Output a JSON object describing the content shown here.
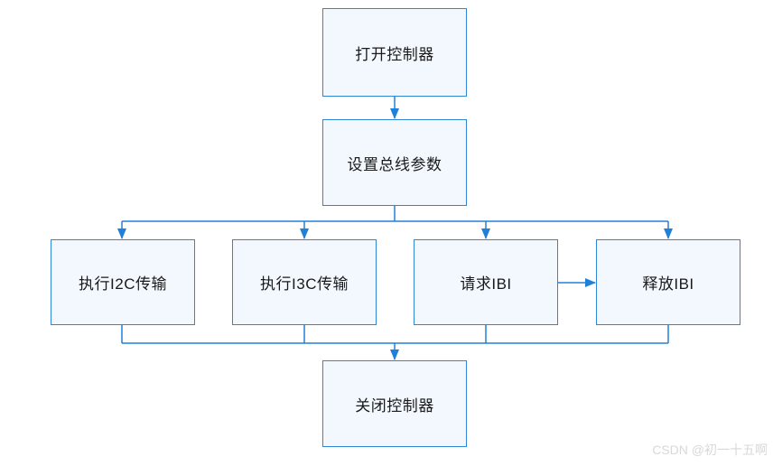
{
  "diagram": {
    "type": "flowchart",
    "nodes": [
      {
        "id": "open-controller",
        "label": "打开控制器"
      },
      {
        "id": "set-bus-params",
        "label": "设置总线参数"
      },
      {
        "id": "i2c-transfer",
        "label": "执行I2C传输"
      },
      {
        "id": "i3c-transfer",
        "label": "执行I3C传输"
      },
      {
        "id": "request-ibi",
        "label": "请求IBI"
      },
      {
        "id": "release-ibi",
        "label": "释放IBI"
      },
      {
        "id": "close-controller",
        "label": "关闭控制器"
      }
    ],
    "edges": [
      {
        "from": "打开控制器",
        "to": "设置总线参数"
      },
      {
        "from": "设置总线参数",
        "to": "执行I2C传输"
      },
      {
        "from": "设置总线参数",
        "to": "执行I3C传输"
      },
      {
        "from": "设置总线参数",
        "to": "请求IBI"
      },
      {
        "from": "设置总线参数",
        "to": "释放IBI"
      },
      {
        "from": "请求IBI",
        "to": "释放IBI"
      },
      {
        "from": "执行I2C传输",
        "to": "关闭控制器"
      },
      {
        "from": "执行I3C传输",
        "to": "关闭控制器"
      },
      {
        "from": "请求IBI",
        "to": "关闭控制器"
      },
      {
        "from": "释放IBI",
        "to": "关闭控制器"
      }
    ]
  },
  "watermark": {
    "text": "CSDN @初一十五啊"
  },
  "colors": {
    "node_border": "#2E86D5",
    "node_fill": "#F2F8FD",
    "connector": "#2080D8",
    "text": "#1A1A1A",
    "watermark": "#D8D8D8",
    "background": "#FFFFFF"
  }
}
